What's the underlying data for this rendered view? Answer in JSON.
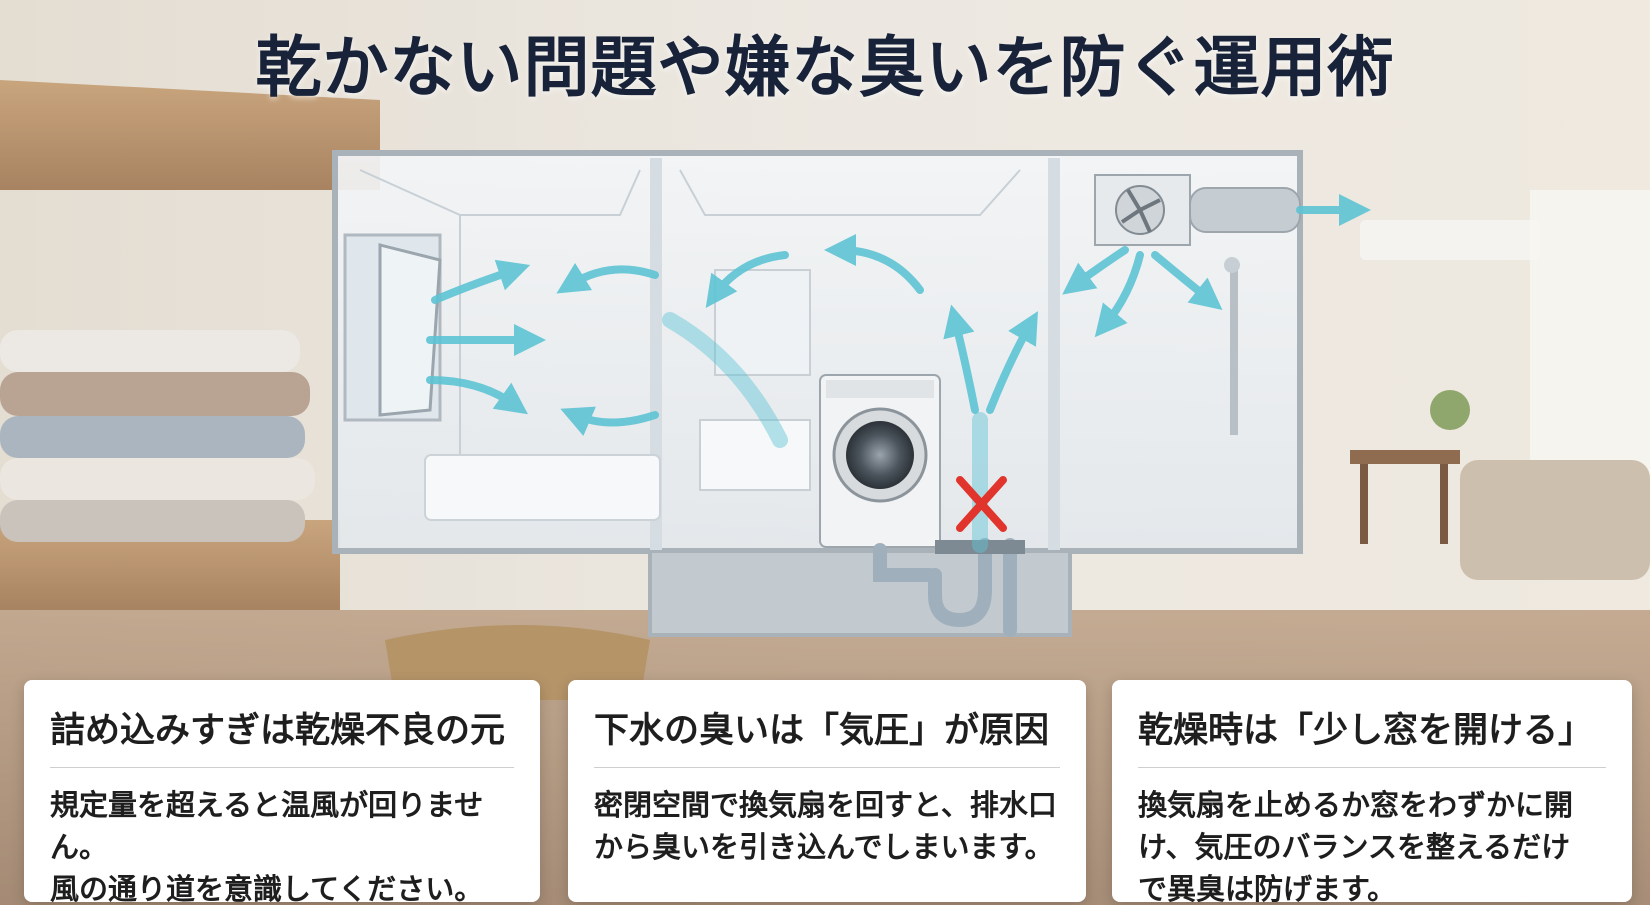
{
  "title": "乾かない問題や嫌な臭いを防ぐ運用術",
  "cards": [
    {
      "heading": "詰め込みすぎは乾燥不良の元",
      "body": "規定量を超えると温風が回りません。\n風の通り道を意識してください。"
    },
    {
      "heading": "下水の臭いは「気圧」が原因",
      "body": "密閉空間で換気扇を回すと、排水口\nから臭いを引き込んでしまいます。"
    },
    {
      "heading": "乾燥時は「少し窓を開ける」",
      "body": "換気扇を止めるか窓をわずかに開\nけ、気圧のバランスを整えるだけ\nで異臭は防げます。"
    }
  ],
  "colors": {
    "airflow": "#5ec4d4",
    "blocked_mark": "#e0342c",
    "title_text": "#18233a"
  }
}
